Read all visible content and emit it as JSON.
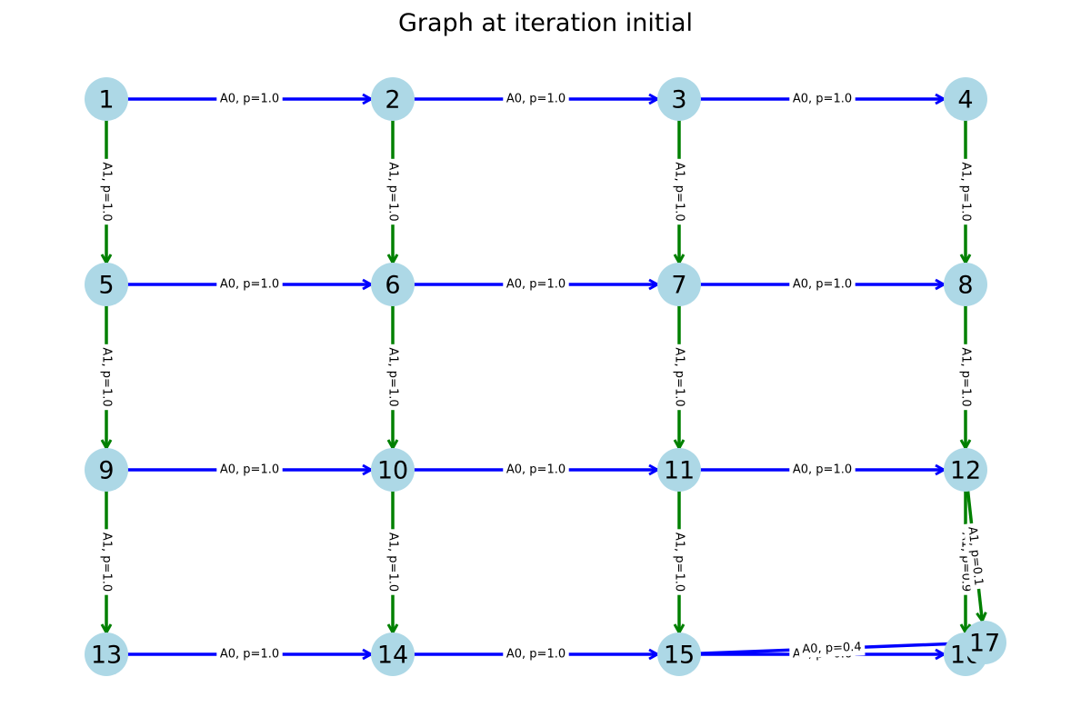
{
  "title": "Graph at iteration initial",
  "colors": {
    "node_fill": "#add8e6",
    "action_A0": "#0000ff",
    "action_A1": "#008000",
    "label_bg": "#ffffff",
    "text": "#000000"
  },
  "nodes": [
    {
      "id": "1",
      "label": "1"
    },
    {
      "id": "2",
      "label": "2"
    },
    {
      "id": "3",
      "label": "3"
    },
    {
      "id": "4",
      "label": "4"
    },
    {
      "id": "5",
      "label": "5"
    },
    {
      "id": "6",
      "label": "6"
    },
    {
      "id": "7",
      "label": "7"
    },
    {
      "id": "8",
      "label": "8"
    },
    {
      "id": "9",
      "label": "9"
    },
    {
      "id": "10",
      "label": "10"
    },
    {
      "id": "11",
      "label": "11"
    },
    {
      "id": "12",
      "label": "12"
    },
    {
      "id": "13",
      "label": "13"
    },
    {
      "id": "14",
      "label": "14"
    },
    {
      "id": "15",
      "label": "15"
    },
    {
      "id": "16",
      "label": "16"
    },
    {
      "id": "17",
      "label": "17"
    }
  ],
  "edges": [
    {
      "from": "1",
      "to": "2",
      "action": "A0",
      "label": "A0, p=1.0"
    },
    {
      "from": "2",
      "to": "3",
      "action": "A0",
      "label": "A0, p=1.0"
    },
    {
      "from": "3",
      "to": "4",
      "action": "A0",
      "label": "A0, p=1.0"
    },
    {
      "from": "5",
      "to": "6",
      "action": "A0",
      "label": "A0, p=1.0"
    },
    {
      "from": "6",
      "to": "7",
      "action": "A0",
      "label": "A0, p=1.0"
    },
    {
      "from": "7",
      "to": "8",
      "action": "A0",
      "label": "A0, p=1.0"
    },
    {
      "from": "9",
      "to": "10",
      "action": "A0",
      "label": "A0, p=1.0"
    },
    {
      "from": "10",
      "to": "11",
      "action": "A0",
      "label": "A0, p=1.0"
    },
    {
      "from": "11",
      "to": "12",
      "action": "A0",
      "label": "A0, p=1.0"
    },
    {
      "from": "13",
      "to": "14",
      "action": "A0",
      "label": "A0, p=1.0"
    },
    {
      "from": "14",
      "to": "15",
      "action": "A0",
      "label": "A0, p=1.0"
    },
    {
      "from": "15",
      "to": "16",
      "action": "A0",
      "label": "A0, p=0.6"
    },
    {
      "from": "15",
      "to": "17",
      "action": "A0",
      "label": "A0, p=0.4"
    },
    {
      "from": "1",
      "to": "5",
      "action": "A1",
      "label": "A1, p=1.0"
    },
    {
      "from": "2",
      "to": "6",
      "action": "A1",
      "label": "A1, p=1.0"
    },
    {
      "from": "3",
      "to": "7",
      "action": "A1",
      "label": "A1, p=1.0"
    },
    {
      "from": "4",
      "to": "8",
      "action": "A1",
      "label": "A1, p=1.0"
    },
    {
      "from": "5",
      "to": "9",
      "action": "A1",
      "label": "A1, p=1.0"
    },
    {
      "from": "6",
      "to": "10",
      "action": "A1",
      "label": "A1, p=1.0"
    },
    {
      "from": "7",
      "to": "11",
      "action": "A1",
      "label": "A1, p=1.0"
    },
    {
      "from": "8",
      "to": "12",
      "action": "A1",
      "label": "A1, p=1.0"
    },
    {
      "from": "9",
      "to": "13",
      "action": "A1",
      "label": "A1, p=1.0"
    },
    {
      "from": "10",
      "to": "14",
      "action": "A1",
      "label": "A1, p=1.0"
    },
    {
      "from": "11",
      "to": "15",
      "action": "A1",
      "label": "A1, p=1.0"
    },
    {
      "from": "12",
      "to": "16",
      "action": "A1",
      "label": "A1, p=0.9"
    },
    {
      "from": "12",
      "to": "17",
      "action": "A1",
      "label": "A1, p=0.1"
    }
  ]
}
